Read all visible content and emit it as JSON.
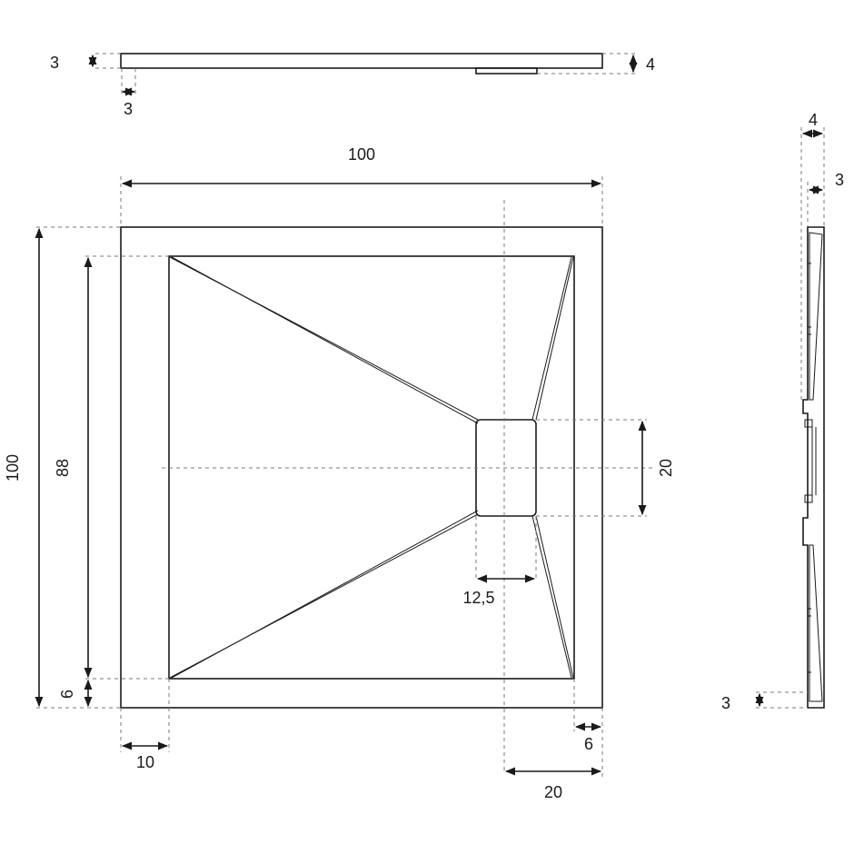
{
  "labels": {
    "top_view_height_left": "3",
    "top_view_offset_bottom": "3",
    "top_view_height_right": "4",
    "overall_width": "100",
    "overall_height": "100",
    "inner_height": "88",
    "bottom_margin": "6",
    "left_margin": "10",
    "drain_width": "12,5",
    "drain_height": "20",
    "right_margin": "6",
    "drain_offset": "20",
    "side_view_total": "4",
    "side_view_top": "3",
    "side_view_bottom": "3"
  }
}
